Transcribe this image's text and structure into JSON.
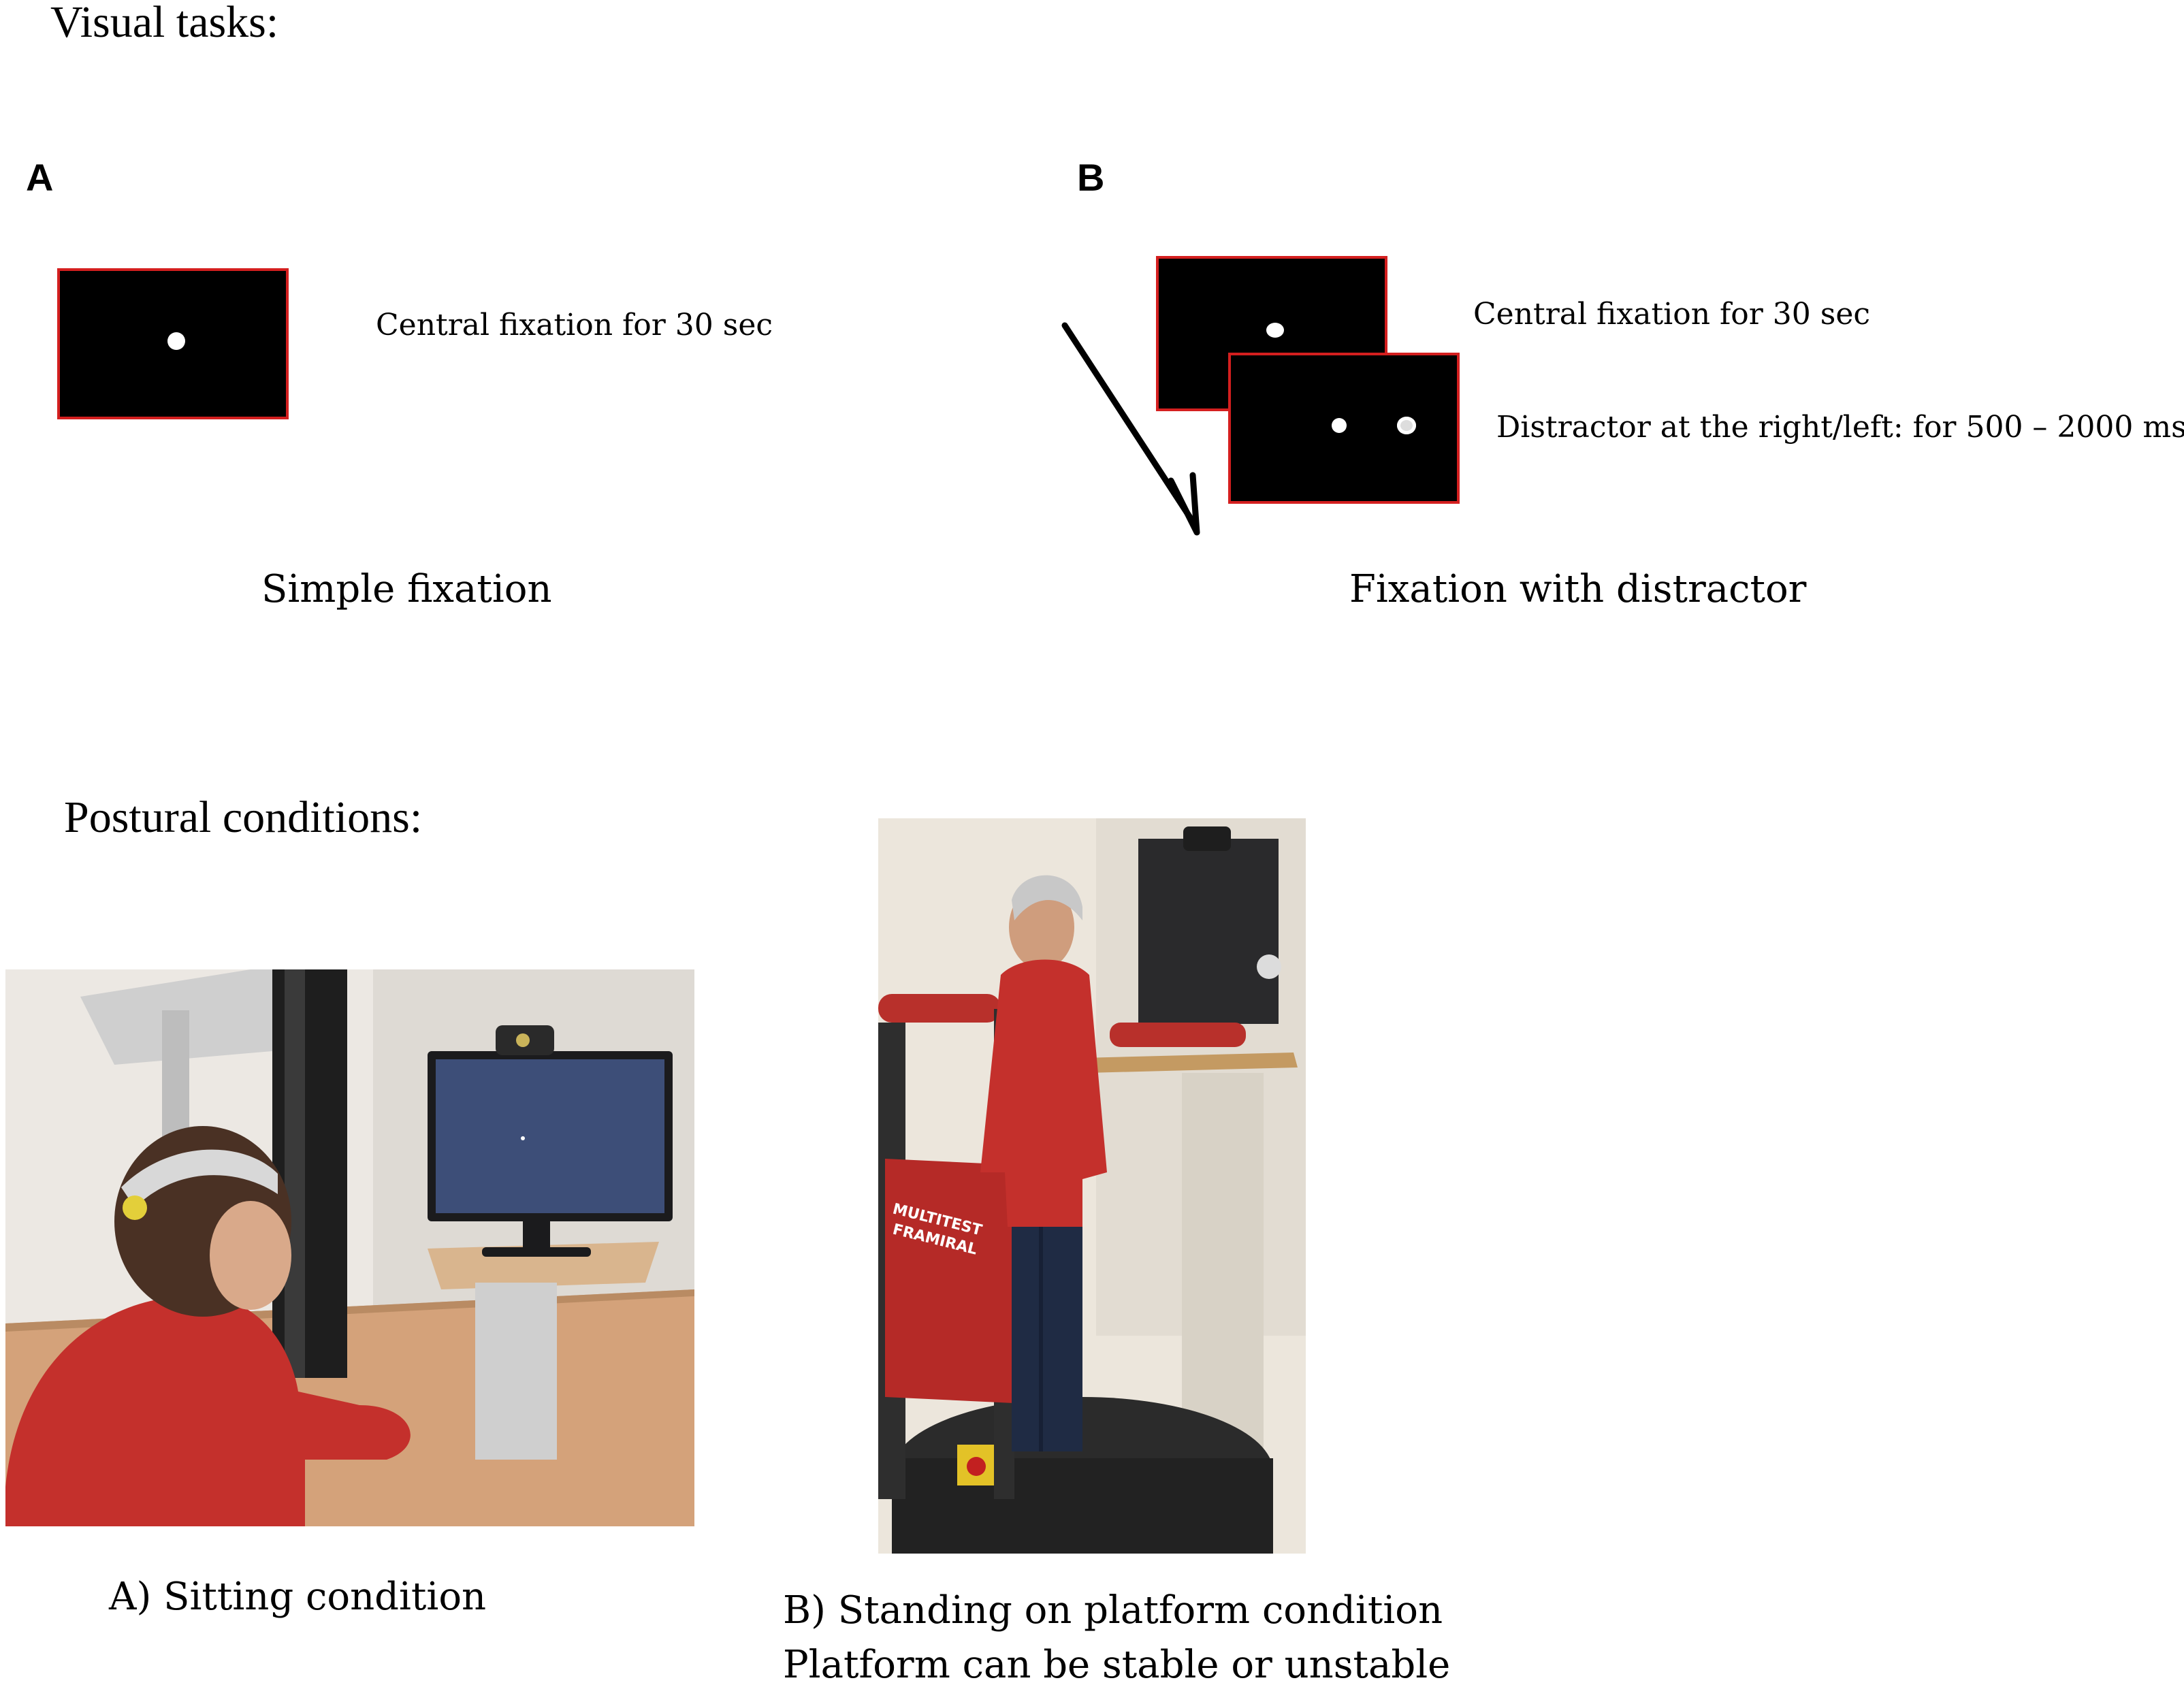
{
  "visual_tasks": {
    "heading": "Visual tasks:",
    "panel_a": {
      "letter": "A",
      "screen_label": "Central fixation for 30 sec",
      "caption": "Simple fixation"
    },
    "panel_b": {
      "letter": "B",
      "screen1_label": "Central fixation for 30 sec",
      "screen2_label": "Distractor at the right/left: for 500 – 2000 ms",
      "caption": "Fixation with distractor"
    }
  },
  "postural_conditions": {
    "heading": "Postural conditions:",
    "sitting_caption": "A) Sitting condition",
    "standing_caption_line1": "B) Standing on platform condition",
    "standing_caption_line2": "Platform can be stable or unstable",
    "platform_banner_line1": "MULTITEST",
    "platform_banner_line2": "FRAMIRAL"
  },
  "colors": {
    "screen_border": "#d41f1f",
    "screen_fill": "#000000",
    "stimulus": "#ffffff"
  }
}
